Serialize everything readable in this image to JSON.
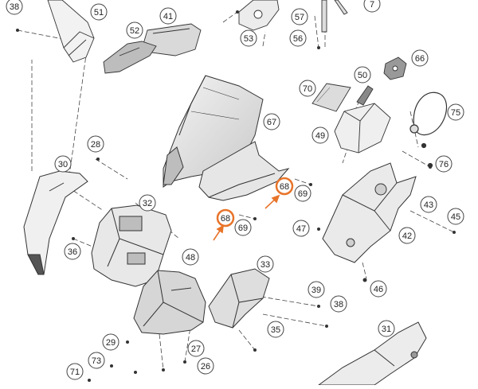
{
  "callouts": [
    {
      "id": "c38a",
      "label": "38"
    },
    {
      "id": "c51",
      "label": "51"
    },
    {
      "id": "c41",
      "label": "41"
    },
    {
      "id": "c52",
      "label": "52"
    },
    {
      "id": "c53",
      "label": "53"
    },
    {
      "id": "c57",
      "label": "57"
    },
    {
      "id": "c56",
      "label": "56"
    },
    {
      "id": "c7",
      "label": "7"
    },
    {
      "id": "c66",
      "label": "66"
    },
    {
      "id": "c70",
      "label": "70"
    },
    {
      "id": "c50",
      "label": "50"
    },
    {
      "id": "c75",
      "label": "75"
    },
    {
      "id": "c67",
      "label": "67"
    },
    {
      "id": "c49",
      "label": "49"
    },
    {
      "id": "c28",
      "label": "28"
    },
    {
      "id": "c30",
      "label": "30"
    },
    {
      "id": "c76",
      "label": "76"
    },
    {
      "id": "c68a",
      "label": "68",
      "highlight": true
    },
    {
      "id": "c69a",
      "label": "69"
    },
    {
      "id": "c32",
      "label": "32"
    },
    {
      "id": "c43",
      "label": "43"
    },
    {
      "id": "c45",
      "label": "45"
    },
    {
      "id": "c68b",
      "label": "68",
      "highlight": true
    },
    {
      "id": "c69b",
      "label": "69"
    },
    {
      "id": "c47",
      "label": "47"
    },
    {
      "id": "c42",
      "label": "42"
    },
    {
      "id": "c36",
      "label": "36"
    },
    {
      "id": "c48",
      "label": "48"
    },
    {
      "id": "c33",
      "label": "33"
    },
    {
      "id": "c46",
      "label": "46"
    },
    {
      "id": "c39",
      "label": "39"
    },
    {
      "id": "c38b",
      "label": "38"
    },
    {
      "id": "c35",
      "label": "35"
    },
    {
      "id": "c31",
      "label": "31"
    },
    {
      "id": "c29",
      "label": "29"
    },
    {
      "id": "c27",
      "label": "27"
    },
    {
      "id": "c73",
      "label": "73"
    },
    {
      "id": "c26",
      "label": "26"
    },
    {
      "id": "c71",
      "label": "71"
    }
  ],
  "colors": {
    "line": "#333333",
    "part_fill": "#f2f2f2",
    "part_shade": "#bdbdbd",
    "highlight": "#e8742a"
  }
}
